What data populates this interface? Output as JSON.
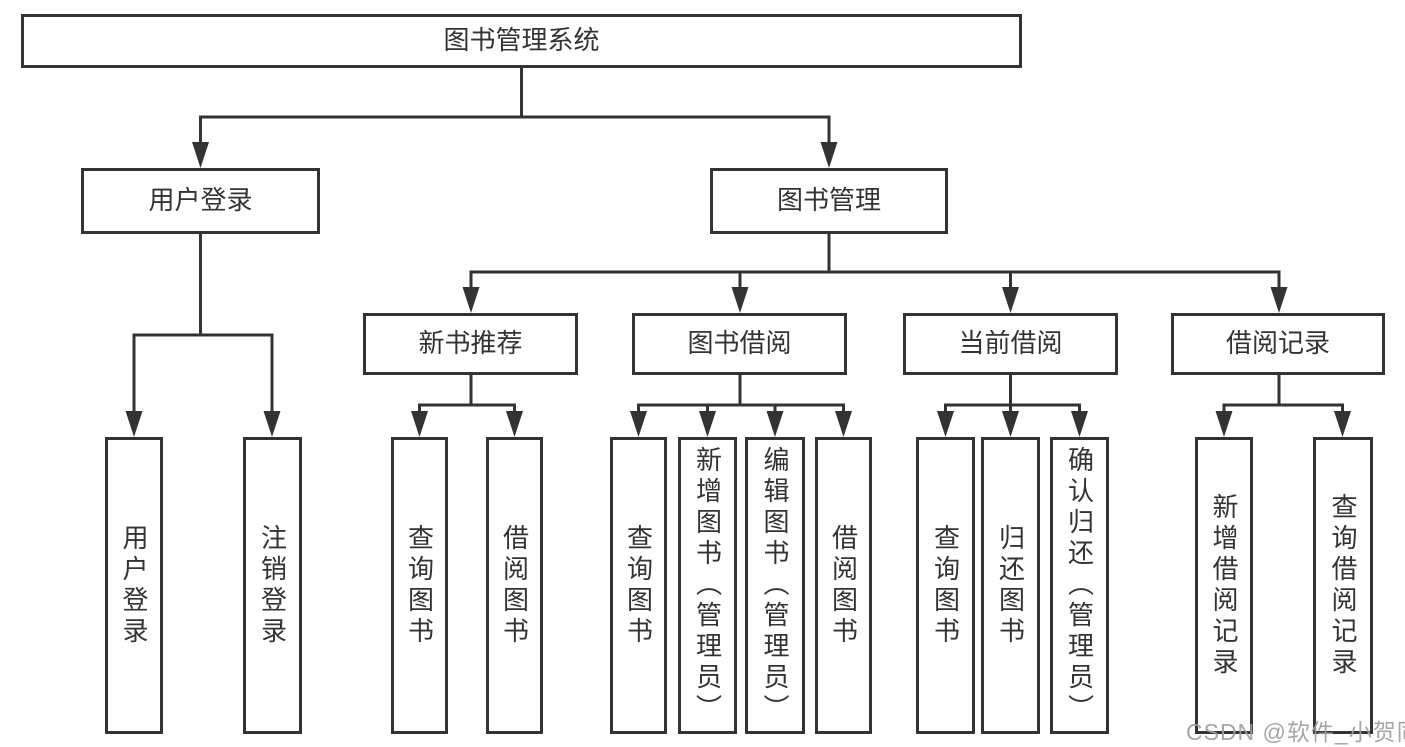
{
  "diagram": {
    "root": {
      "label": "图书管理系统"
    },
    "level2": [
      {
        "label": "用户登录"
      },
      {
        "label": "图书管理"
      }
    ],
    "level3": [
      {
        "label": "新书推荐"
      },
      {
        "label": "图书借阅"
      },
      {
        "label": "当前借阅"
      },
      {
        "label": "借阅记录"
      }
    ],
    "leaves": [
      {
        "label": "用户登录"
      },
      {
        "label": "注销登录"
      },
      {
        "label": "查询图书"
      },
      {
        "label": "借阅图书"
      },
      {
        "label": "查询图书"
      },
      {
        "label": "新增图书（管理员）"
      },
      {
        "label": "编辑图书（管理员）"
      },
      {
        "label": "借阅图书"
      },
      {
        "label": "查询图书"
      },
      {
        "label": "归还图书"
      },
      {
        "label": "确认归还（管理员）"
      },
      {
        "label": "新增借阅记录"
      },
      {
        "label": "查询借阅记录"
      }
    ],
    "watermark": "CSDN @软件_小贺同学",
    "colors": {
      "line": "#333333",
      "text": "#333333",
      "watermark": "#9e9e9e",
      "background": "#ffffff"
    }
  }
}
